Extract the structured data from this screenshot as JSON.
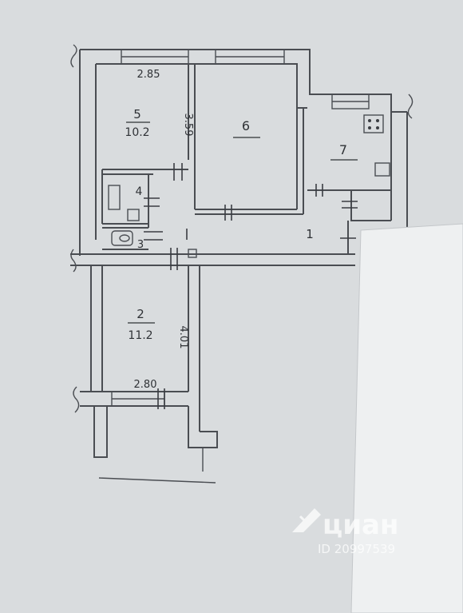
{
  "rooms": [
    {
      "id": "1",
      "number": "1",
      "area": ""
    },
    {
      "id": "2",
      "number": "2",
      "area": "11.2"
    },
    {
      "id": "3",
      "number": "3",
      "area": ""
    },
    {
      "id": "4",
      "number": "4",
      "area": ""
    },
    {
      "id": "5",
      "number": "5",
      "area": "10.2"
    },
    {
      "id": "6",
      "number": "6",
      "area": ""
    },
    {
      "id": "7",
      "number": "7",
      "area": ""
    }
  ],
  "dimensions": {
    "room5_width": "2.85",
    "room5_length": "3.59",
    "room2_width": "2.80",
    "room2_length": "4.01"
  },
  "watermark": {
    "brand": "циан",
    "id": "ID 20997539"
  },
  "colors": {
    "paper": "#d9dcde",
    "ink": "#2f3236",
    "overlay_sheet": "#eef0f1",
    "watermark": "#ffffff"
  }
}
